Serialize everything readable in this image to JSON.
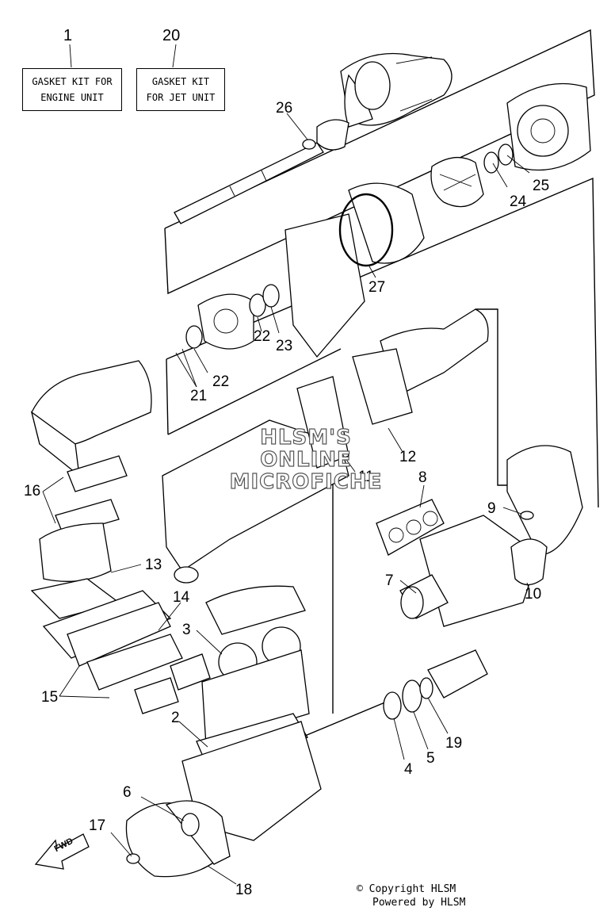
{
  "kits": [
    {
      "number": "1",
      "line1": "GASKET KIT FOR",
      "line2": "ENGINE UNIT"
    },
    {
      "number": "20",
      "line1": "GASKET KIT",
      "line2": "FOR JET UNIT"
    }
  ],
  "callouts": [
    "26",
    "25",
    "24",
    "27",
    "22",
    "23",
    "22",
    "21",
    "12",
    "11",
    "8",
    "16",
    "9",
    "13",
    "7",
    "10",
    "14",
    "3",
    "15",
    "2",
    "19",
    "5",
    "4",
    "6",
    "17",
    "18"
  ],
  "watermark": {
    "line1": "HLSM'S",
    "line2": "ONLINE",
    "line3": "MICROFICHE"
  },
  "fwd_label": "FWD",
  "copyright": {
    "line1": "© Copyright HLSM",
    "line2": "Powered by HLSM"
  }
}
